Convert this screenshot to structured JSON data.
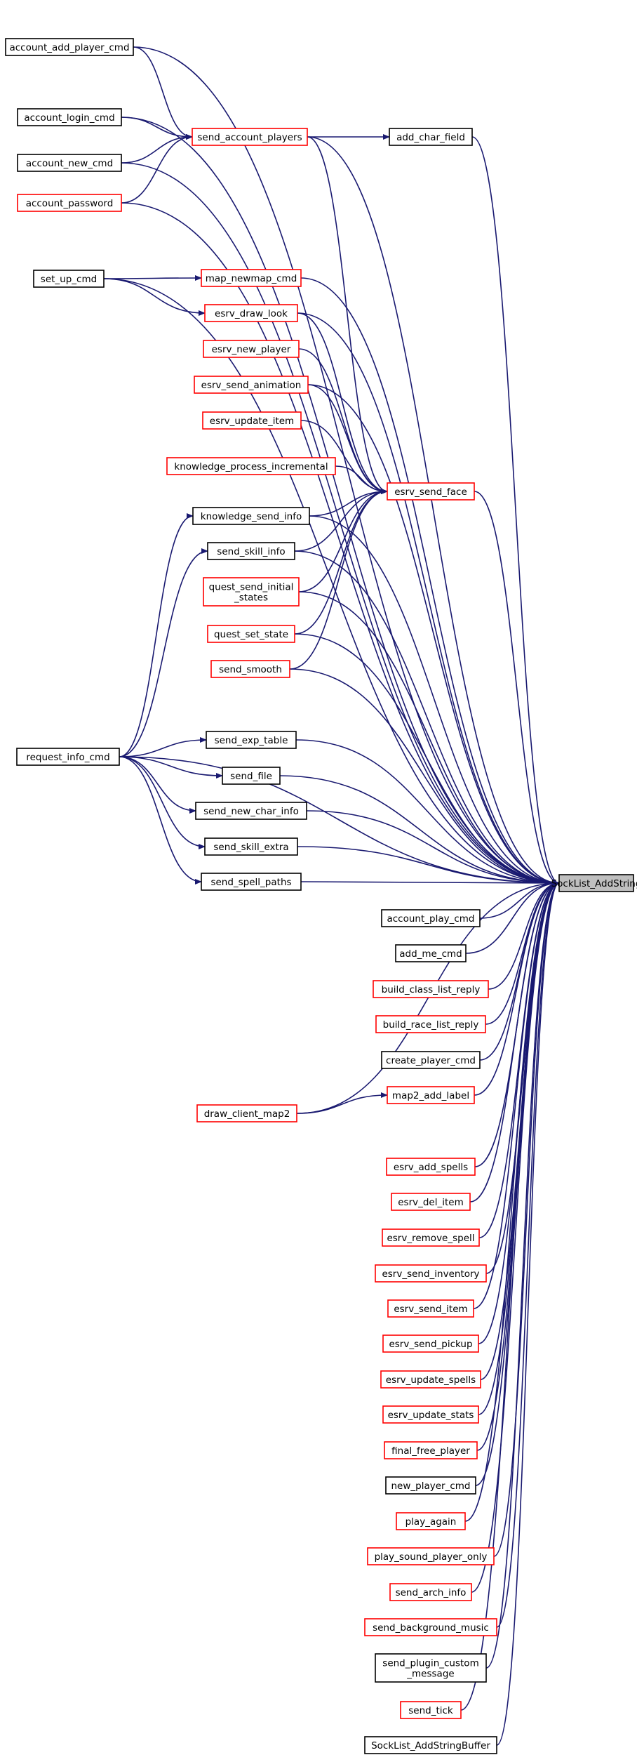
{
  "root": "SockList_AddString",
  "nodes": {
    "account_add_player_cmd": {
      "label": [
        "account_add_player_cmd"
      ],
      "style": "black"
    },
    "account_login_cmd": {
      "label": [
        "account_login_cmd"
      ],
      "style": "black"
    },
    "account_new_cmd": {
      "label": [
        "account_new_cmd"
      ],
      "style": "black"
    },
    "account_password": {
      "label": [
        "account_password"
      ],
      "style": "red"
    },
    "send_account_players": {
      "label": [
        "send_account_players"
      ],
      "style": "red"
    },
    "add_char_field": {
      "label": [
        "add_char_field"
      ],
      "style": "black"
    },
    "set_up_cmd": {
      "label": [
        "set_up_cmd"
      ],
      "style": "black"
    },
    "map_newmap_cmd": {
      "label": [
        "map_newmap_cmd"
      ],
      "style": "red"
    },
    "esrv_draw_look": {
      "label": [
        "esrv_draw_look"
      ],
      "style": "red"
    },
    "esrv_new_player": {
      "label": [
        "esrv_new_player"
      ],
      "style": "red"
    },
    "esrv_send_animation": {
      "label": [
        "esrv_send_animation"
      ],
      "style": "red"
    },
    "esrv_update_item": {
      "label": [
        "esrv_update_item"
      ],
      "style": "red"
    },
    "knowledge_process_incremental": {
      "label": [
        "knowledge_process_incremental"
      ],
      "style": "red"
    },
    "esrv_send_face": {
      "label": [
        "esrv_send_face"
      ],
      "style": "red"
    },
    "knowledge_send_info": {
      "label": [
        "knowledge_send_info"
      ],
      "style": "black"
    },
    "send_skill_info": {
      "label": [
        "send_skill_info"
      ],
      "style": "black"
    },
    "quest_send_initial_states": {
      "label": [
        "quest_send_initial",
        "_states"
      ],
      "style": "red"
    },
    "quest_set_state": {
      "label": [
        "quest_set_state"
      ],
      "style": "red"
    },
    "send_smooth": {
      "label": [
        "send_smooth"
      ],
      "style": "red"
    },
    "request_info_cmd": {
      "label": [
        "request_info_cmd"
      ],
      "style": "black"
    },
    "send_exp_table": {
      "label": [
        "send_exp_table"
      ],
      "style": "black"
    },
    "send_file": {
      "label": [
        "send_file"
      ],
      "style": "black"
    },
    "send_new_char_info": {
      "label": [
        "send_new_char_info"
      ],
      "style": "black"
    },
    "send_skill_extra": {
      "label": [
        "send_skill_extra"
      ],
      "style": "black"
    },
    "send_spell_paths": {
      "label": [
        "send_spell_paths"
      ],
      "style": "black"
    },
    "SockList_AddString": {
      "label": [
        "SockList_AddString"
      ],
      "style": "root"
    },
    "account_play_cmd": {
      "label": [
        "account_play_cmd"
      ],
      "style": "black"
    },
    "add_me_cmd": {
      "label": [
        "add_me_cmd"
      ],
      "style": "black"
    },
    "build_class_list_reply": {
      "label": [
        "build_class_list_reply"
      ],
      "style": "red"
    },
    "build_race_list_reply": {
      "label": [
        "build_race_list_reply"
      ],
      "style": "red"
    },
    "create_player_cmd": {
      "label": [
        "create_player_cmd"
      ],
      "style": "black"
    },
    "map2_add_label": {
      "label": [
        "map2_add_label"
      ],
      "style": "red"
    },
    "draw_client_map2": {
      "label": [
        "draw_client_map2"
      ],
      "style": "red"
    },
    "esrv_add_spells": {
      "label": [
        "esrv_add_spells"
      ],
      "style": "red"
    },
    "esrv_del_item": {
      "label": [
        "esrv_del_item"
      ],
      "style": "red"
    },
    "esrv_remove_spell": {
      "label": [
        "esrv_remove_spell"
      ],
      "style": "red"
    },
    "esrv_send_inventory": {
      "label": [
        "esrv_send_inventory"
      ],
      "style": "red"
    },
    "esrv_send_item": {
      "label": [
        "esrv_send_item"
      ],
      "style": "red"
    },
    "esrv_send_pickup": {
      "label": [
        "esrv_send_pickup"
      ],
      "style": "red"
    },
    "esrv_update_spells": {
      "label": [
        "esrv_update_spells"
      ],
      "style": "red"
    },
    "esrv_update_stats": {
      "label": [
        "esrv_update_stats"
      ],
      "style": "red"
    },
    "final_free_player": {
      "label": [
        "final_free_player"
      ],
      "style": "red"
    },
    "new_player_cmd": {
      "label": [
        "new_player_cmd"
      ],
      "style": "black"
    },
    "play_again": {
      "label": [
        "play_again"
      ],
      "style": "red"
    },
    "play_sound_player_only": {
      "label": [
        "play_sound_player_only"
      ],
      "style": "red"
    },
    "send_arch_info": {
      "label": [
        "send_arch_info"
      ],
      "style": "red"
    },
    "send_background_music": {
      "label": [
        "send_background_music"
      ],
      "style": "red"
    },
    "send_plugin_custom_message": {
      "label": [
        "send_plugin_custom",
        "_message"
      ],
      "style": "black"
    },
    "send_tick": {
      "label": [
        "send_tick"
      ],
      "style": "red"
    },
    "SockList_AddStringBuffer": {
      "label": [
        "SockList_AddStringBuffer"
      ],
      "style": "black"
    }
  },
  "edges": [
    [
      "account_add_player_cmd",
      "SockList_AddString"
    ],
    [
      "account_add_player_cmd",
      "send_account_players"
    ],
    [
      "account_login_cmd",
      "SockList_AddString"
    ],
    [
      "account_login_cmd",
      "send_account_players"
    ],
    [
      "account_new_cmd",
      "SockList_AddString"
    ],
    [
      "account_new_cmd",
      "send_account_players"
    ],
    [
      "account_password",
      "SockList_AddString"
    ],
    [
      "account_password",
      "send_account_players"
    ],
    [
      "send_account_players",
      "SockList_AddString"
    ],
    [
      "send_account_players",
      "add_char_field"
    ],
    [
      "send_account_players",
      "esrv_send_face"
    ],
    [
      "add_char_field",
      "SockList_AddString"
    ],
    [
      "set_up_cmd",
      "SockList_AddString"
    ],
    [
      "set_up_cmd",
      "map_newmap_cmd"
    ],
    [
      "set_up_cmd",
      "esrv_draw_look"
    ],
    [
      "map_newmap_cmd",
      "SockList_AddString"
    ],
    [
      "esrv_draw_look",
      "SockList_AddString"
    ],
    [
      "esrv_draw_look",
      "esrv_send_face"
    ],
    [
      "esrv_new_player",
      "esrv_send_face"
    ],
    [
      "esrv_send_animation",
      "SockList_AddString"
    ],
    [
      "esrv_send_animation",
      "esrv_send_face"
    ],
    [
      "esrv_update_item",
      "esrv_send_face"
    ],
    [
      "knowledge_process_incremental",
      "esrv_send_face"
    ],
    [
      "esrv_send_face",
      "SockList_AddString"
    ],
    [
      "knowledge_send_info",
      "esrv_send_face"
    ],
    [
      "knowledge_send_info",
      "SockList_AddString"
    ],
    [
      "send_skill_info",
      "esrv_send_face"
    ],
    [
      "send_skill_info",
      "SockList_AddString"
    ],
    [
      "quest_send_initial_states",
      "esrv_send_face"
    ],
    [
      "quest_send_initial_states",
      "SockList_AddString"
    ],
    [
      "quest_set_state",
      "esrv_send_face"
    ],
    [
      "quest_set_state",
      "SockList_AddString"
    ],
    [
      "send_smooth",
      "esrv_send_face"
    ],
    [
      "send_smooth",
      "SockList_AddString"
    ],
    [
      "request_info_cmd",
      "knowledge_send_info"
    ],
    [
      "request_info_cmd",
      "send_skill_info"
    ],
    [
      "request_info_cmd",
      "SockList_AddString"
    ],
    [
      "request_info_cmd",
      "send_exp_table"
    ],
    [
      "request_info_cmd",
      "send_file"
    ],
    [
      "request_info_cmd",
      "send_new_char_info"
    ],
    [
      "request_info_cmd",
      "send_skill_extra"
    ],
    [
      "request_info_cmd",
      "send_spell_paths"
    ],
    [
      "send_exp_table",
      "SockList_AddString"
    ],
    [
      "send_file",
      "SockList_AddString"
    ],
    [
      "send_new_char_info",
      "SockList_AddString"
    ],
    [
      "send_skill_extra",
      "SockList_AddString"
    ],
    [
      "send_spell_paths",
      "SockList_AddString"
    ],
    [
      "account_play_cmd",
      "SockList_AddString"
    ],
    [
      "add_me_cmd",
      "SockList_AddString"
    ],
    [
      "build_class_list_reply",
      "SockList_AddString"
    ],
    [
      "build_race_list_reply",
      "SockList_AddString"
    ],
    [
      "create_player_cmd",
      "SockList_AddString"
    ],
    [
      "map2_add_label",
      "SockList_AddString"
    ],
    [
      "draw_client_map2",
      "map2_add_label"
    ],
    [
      "draw_client_map2",
      "SockList_AddString"
    ],
    [
      "esrv_add_spells",
      "SockList_AddString"
    ],
    [
      "esrv_del_item",
      "SockList_AddString"
    ],
    [
      "esrv_remove_spell",
      "SockList_AddString"
    ],
    [
      "esrv_send_inventory",
      "SockList_AddString"
    ],
    [
      "esrv_send_item",
      "SockList_AddString"
    ],
    [
      "esrv_send_pickup",
      "SockList_AddString"
    ],
    [
      "esrv_update_spells",
      "SockList_AddString"
    ],
    [
      "esrv_update_stats",
      "SockList_AddString"
    ],
    [
      "final_free_player",
      "SockList_AddString"
    ],
    [
      "new_player_cmd",
      "SockList_AddString"
    ],
    [
      "play_again",
      "SockList_AddString"
    ],
    [
      "play_sound_player_only",
      "SockList_AddString"
    ],
    [
      "send_arch_info",
      "SockList_AddString"
    ],
    [
      "send_background_music",
      "SockList_AddString"
    ],
    [
      "send_plugin_custom_message",
      "SockList_AddString"
    ],
    [
      "send_tick",
      "SockList_AddString"
    ],
    [
      "SockList_AddStringBuffer",
      "SockList_AddString"
    ]
  ]
}
